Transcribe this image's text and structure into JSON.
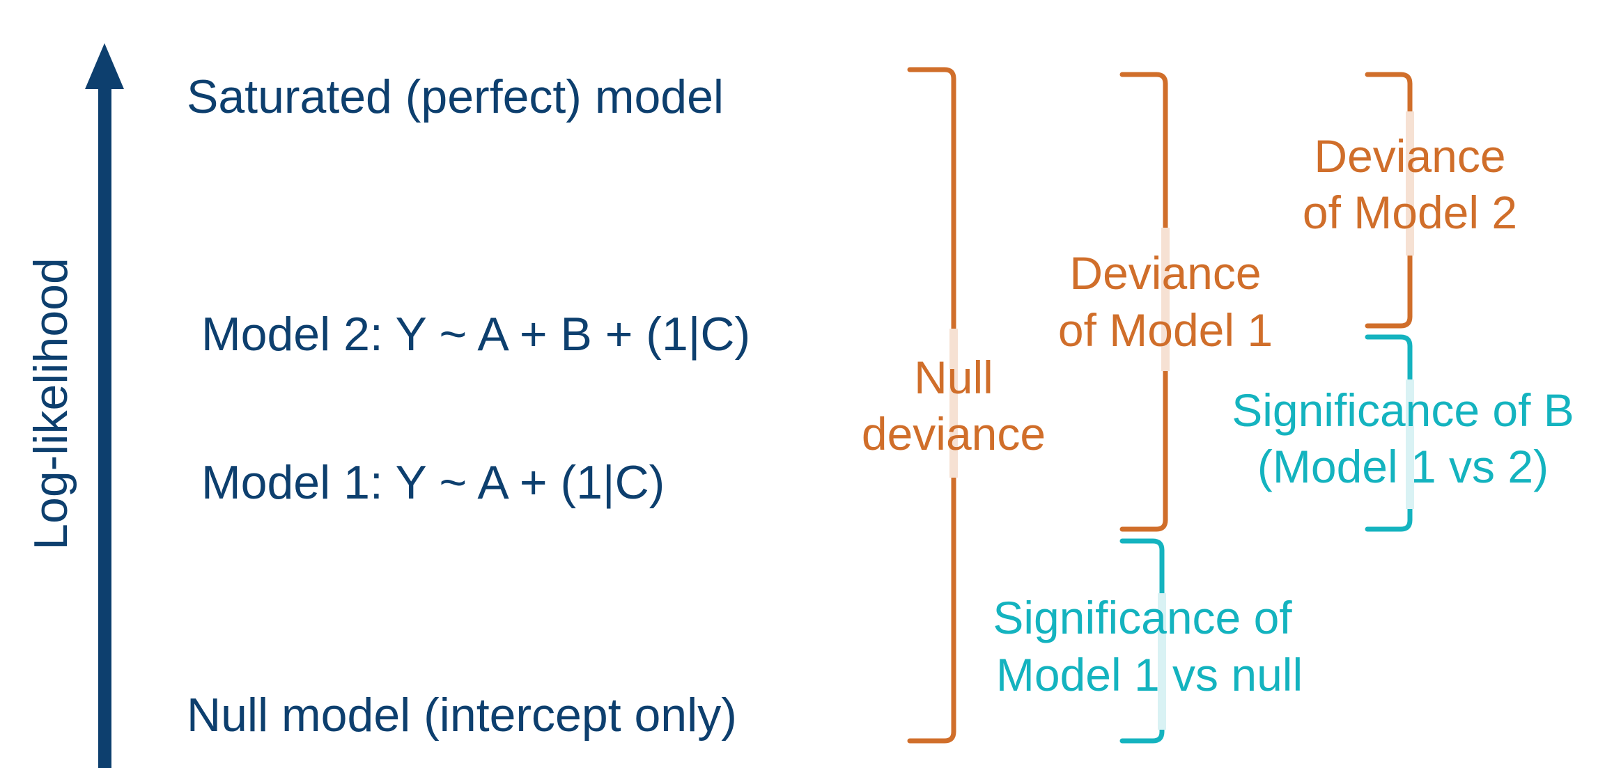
{
  "axis": {
    "label": "Log-likelihood"
  },
  "models": {
    "saturated": "Saturated (perfect) model",
    "model2": "Model 2: Y ~ A + B + (1|C)",
    "model1": "Model 1: Y ~ A + (1|C)",
    "null": "Null model (intercept only)"
  },
  "brackets": {
    "null_deviance": {
      "line1": "Null",
      "line2": "deviance"
    },
    "deviance_model1": {
      "line1": "Deviance",
      "line2": "of Model 1"
    },
    "deviance_model2": {
      "line1": "Deviance",
      "line2": "of Model 2"
    },
    "significance_b": {
      "line1": "Significance of B",
      "line2": "(Model 1 vs 2)"
    },
    "significance_model1": {
      "line1": "Significance of",
      "line2": "Model 1 vs null"
    }
  },
  "colors": {
    "navy": "#0d3f6e",
    "orange": "#d06e2a",
    "teal": "#14b3bf"
  }
}
